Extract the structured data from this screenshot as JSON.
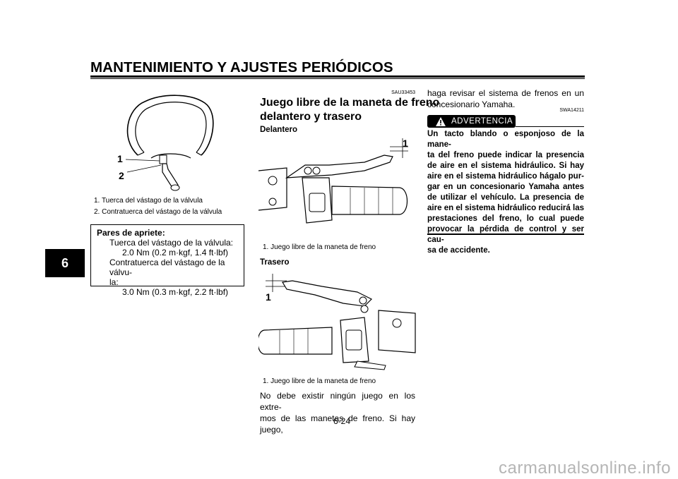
{
  "header": {
    "title": "MANTENIMIENTO Y AJUSTES PERIÓDICOS",
    "chapter_tab": "6"
  },
  "left": {
    "figure_labels": [
      "1",
      "2"
    ],
    "captions": [
      "1. Tuerca del vástago de la válvula",
      "2. Contratuerca del vástago de la válvula"
    ],
    "torque_box": {
      "heading": "Pares de apriete:",
      "line1": "Tuerca del vástago de la válvula:",
      "line2": "2.0 Nm (0.2 m·kgf, 1.4 ft·lbf)",
      "line3": "Contratuerca del vástago de la válvu-",
      "line4": "la:",
      "line5": "3.0 Nm (0.3 m·kgf, 2.2 ft·lbf)"
    }
  },
  "middle": {
    "code": "SAU33453",
    "heading_line1": "Juego libre de la maneta de freno",
    "heading_line2": "delantero y trasero",
    "front_label": "Delantero",
    "front_fig_label": "1",
    "front_caption": "1. Juego libre de la maneta de freno",
    "rear_label": "Trasero",
    "rear_fig_label": "1",
    "rear_caption": "1. Juego libre de la maneta de freno",
    "para_line1": "No debe existir ningún juego en los extre-",
    "para_line2": "mos de las manetas de freno. Si hay juego,"
  },
  "right": {
    "para_line1": "haga revisar el sistema de frenos en un",
    "para_line2": "concesionario Yamaha.",
    "warning_code": "SWA14211",
    "warning_badge": "ADVERTENCIA",
    "warning_lines": [
      "Un tacto blando o esponjoso de la mane-",
      "ta del freno puede indicar la presencia",
      "de aire en el sistema hidráulico. Si hay",
      "aire en el sistema hidráulico hágalo pur-",
      "gar en un concesionario Yamaha antes",
      "de utilizar el vehículo. La presencia de",
      "aire en el sistema hidráulico reducirá las",
      "prestaciones del freno, lo cual puede",
      "provocar la pérdida de control y ser cau-",
      "sa de accidente."
    ]
  },
  "footer": {
    "page_number": "6-24",
    "watermark": "carmanualsonline.info"
  }
}
